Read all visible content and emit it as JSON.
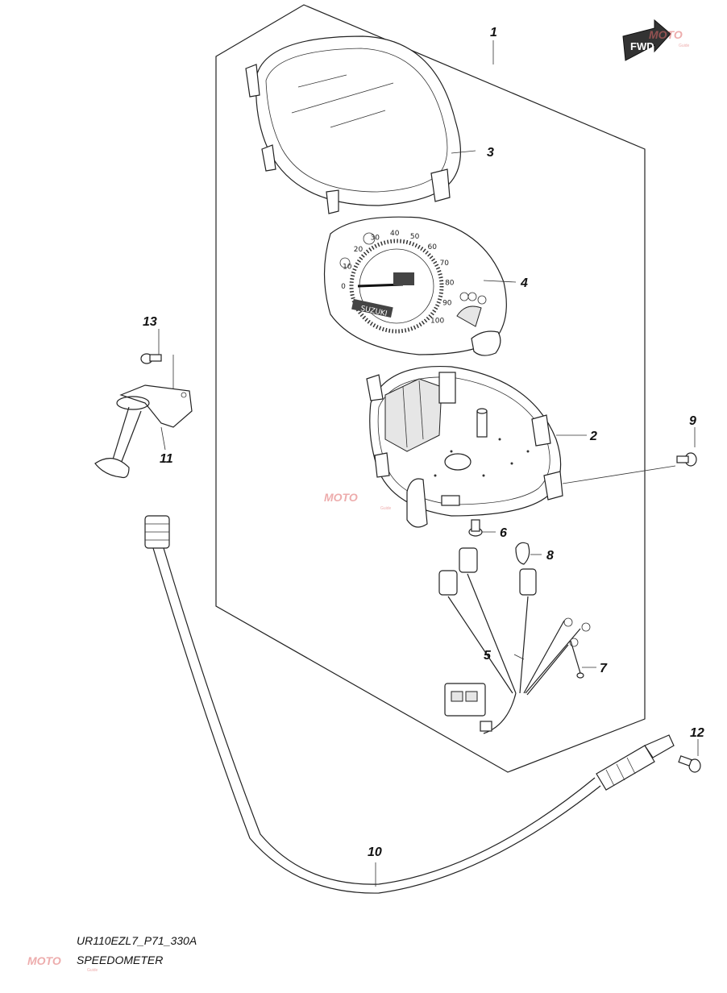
{
  "callouts": [
    "1",
    "2",
    "3",
    "4",
    "5",
    "6",
    "7",
    "8",
    "9",
    "10",
    "11",
    "12",
    "13"
  ],
  "fwd_badge": "FWD",
  "dial_numbers": [
    "0",
    "10",
    "20",
    "30",
    "40",
    "50",
    "60",
    "70",
    "80",
    "90",
    "100"
  ],
  "brand_mark": "SUZUKI",
  "caption": {
    "code": "UR110EZL7_P71_330A",
    "title": "SPEEDOMETER"
  },
  "watermark": {
    "text": "MOTO",
    "subtext": "Guide"
  }
}
